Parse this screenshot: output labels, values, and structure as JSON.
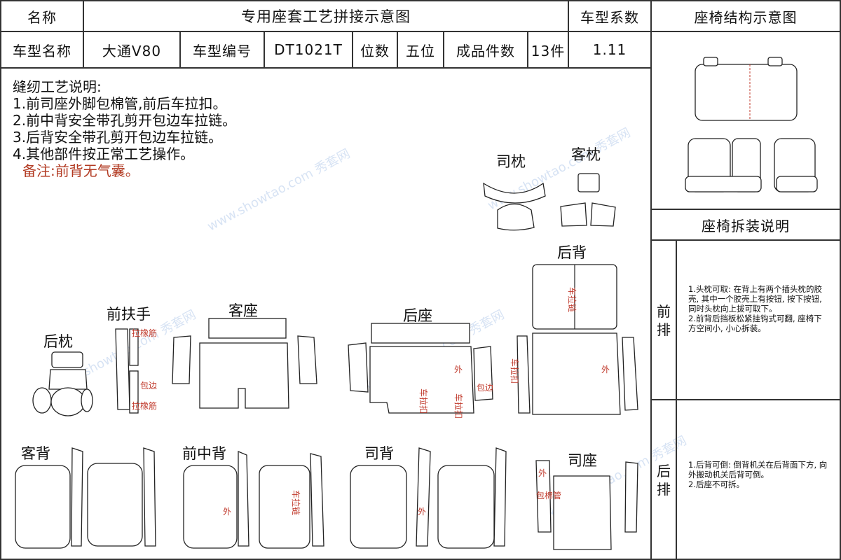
{
  "header": {
    "name_label": "名称",
    "title": "专用座套工艺拼接示意图",
    "factor_label": "车型系数",
    "structure_title": "座椅结构示意图"
  },
  "info": {
    "model_name_label": "车型名称",
    "model_name": "大通V80",
    "model_no_label": "车型编号",
    "model_no": "DT1021T",
    "seats_label": "位数",
    "seats": "五位",
    "pieces_label": "成品件数",
    "pieces": "13件",
    "factor": "1.11"
  },
  "notes": {
    "title": "缝纫工艺说明:",
    "items": [
      "1.前司座外脚包棉管,前后车拉扣。",
      "2.前中背安全带孔剪开包边车拉链。",
      "3.后背安全带孔剪开包边车拉链。",
      "4.其他部件按正常工艺操作。"
    ],
    "remark": "备注:前背无气囊。"
  },
  "pieces": {
    "driver_headrest": "司枕",
    "passenger_headrest": "客枕",
    "rear_back": "后背",
    "front_armrest": "前扶手",
    "passenger_seat": "客座",
    "rear_seat": "后座",
    "rear_headrest": "后枕",
    "passenger_back": "客背",
    "front_middle_back": "前中背",
    "driver_back": "司背",
    "driver_seat": "司座"
  },
  "marks": {
    "elastic": "拉橡筋",
    "edging": "包边",
    "outer": "外",
    "zipper": "车拉链",
    "pull_clip": "车拉扣",
    "wrap_tube": "包棉管"
  },
  "side": {
    "disassembly_title": "座椅拆装说明",
    "front_row": "前排",
    "front_text": "1.头枕可取: 在背上有两个插头枕的胶壳, 其中一个胶壳上有按钮, 按下按钮, 同时头枕向上拔可取下。\n2.前背后挡板松紧挂钩式可翻, 座椅下方空间小, 小心拆装。",
    "rear_row": "后排",
    "rear_text": "1.后背可倒: 倒背机关在后背面下方, 向外搬动机关后背可倒。\n2.后座不可拆。"
  },
  "watermark": "www.showtao.com 秀套网"
}
